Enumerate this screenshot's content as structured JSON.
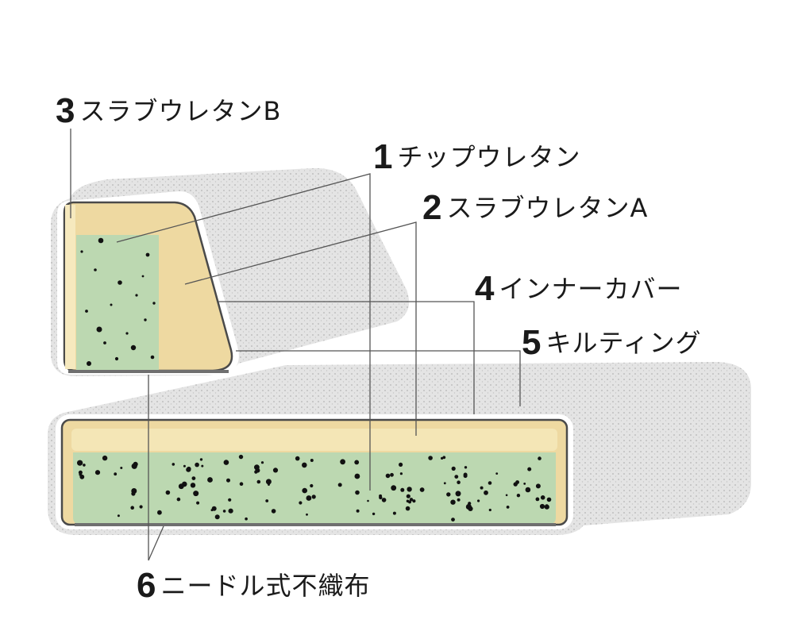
{
  "colors": {
    "chip_urethane": "#bcd8b1",
    "slab_urethane": "#eed9a1",
    "slab_urethane_light": "#f6e9be",
    "quilting": "#e6e6e6",
    "inner_cover": "#ffffff",
    "nonwoven": "#6f6f6f",
    "leader": "#555555",
    "dot": "#111111"
  },
  "labels": [
    {
      "number": "1",
      "text": "チップウレタン"
    },
    {
      "number": "2",
      "text": "スラブウレタンA"
    },
    {
      "number": "3",
      "text": "スラブウレタンB"
    },
    {
      "number": "4",
      "text": "インナーカバー"
    },
    {
      "number": "5",
      "text": "キルティング"
    },
    {
      "number": "6",
      "text": "ニードル式不織布"
    }
  ]
}
